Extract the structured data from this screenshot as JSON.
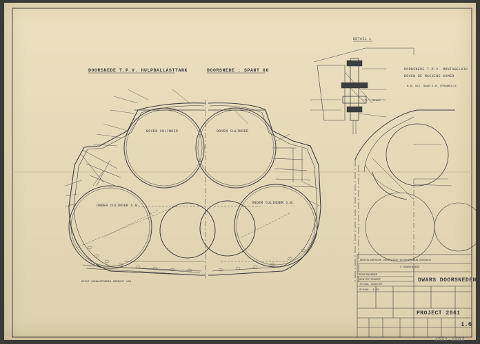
{
  "views": {
    "left_title": "DOORSNEDE T.P.V. HULPBALLASTTANK",
    "right_title": "DOORSNEDE : SPANT 80",
    "upper_left_cylinder": "BOVEN CULINDER",
    "lower_left_cylinder": "ONDER CULINDER S.B.",
    "upper_right_cylinder": "BOVEN CULINDER",
    "lower_right_cylinder": "ONDER CULINDER S.B.",
    "bottom_note": "DICHT GOHALSPOERIG ZAKHOUT 16%",
    "detail_title": "DETAIL 1",
    "detail_label": "SPANT",
    "montage_title_1": "DOORSNEDE T.P.V. MONTAGELUIK",
    "montage_title_2": "BOVEN DE MACHINE KAMER",
    "montage_sub": "B.B. GEZ. NAAR S.B. SPRANKOLLE"
  },
  "title_block": {
    "org_1": "NEDERLANDSCHE VERENIGDE SCHEEPSBOUW-BUREAUX",
    "org_2": "S'GRAVENHAGE",
    "drawing_title": "DWARS DOORSNEDEN",
    "project": "PROJECT 2061",
    "sheet_no": "1.6",
    "rows": [
      "HOOFDNUMMER",
      "GEWICHTSGROEP",
      "TOTAAL GEWICHT"
    ],
    "scale": "SCHAAL: 1:25"
  },
  "stamp": "1551-1003"
}
